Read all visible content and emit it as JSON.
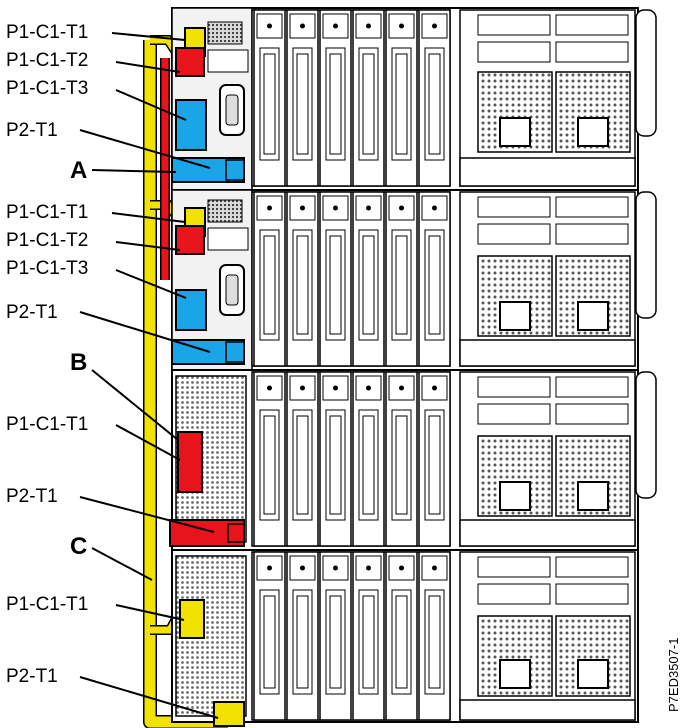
{
  "diagram": {
    "labels": {
      "d1_t1": "P1-C1-T1",
      "d1_t2": "P1-C1-T2",
      "d1_t3": "P1-C1-T3",
      "d1_p2": "P2-T1",
      "d2_t1": "P1-C1-T1",
      "d2_t2": "P1-C1-T2",
      "d2_t3": "P1-C1-T3",
      "d2_p2": "P2-T1",
      "d3_t1": "P1-C1-T1",
      "d3_p2": "P2-T1",
      "d4_t1": "P1-C1-T1",
      "d4_p2": "P2-T1"
    },
    "callouts": {
      "a": "A",
      "b": "B",
      "c": "C"
    },
    "figure_id": "P7ED3507-1",
    "colors": {
      "yellow": "#f2e200",
      "red": "#e8141c",
      "blue": "#1aa6e6",
      "drawer_fill": "#ffffff",
      "line": "#000000",
      "mesh": "#7a7a7a"
    }
  }
}
